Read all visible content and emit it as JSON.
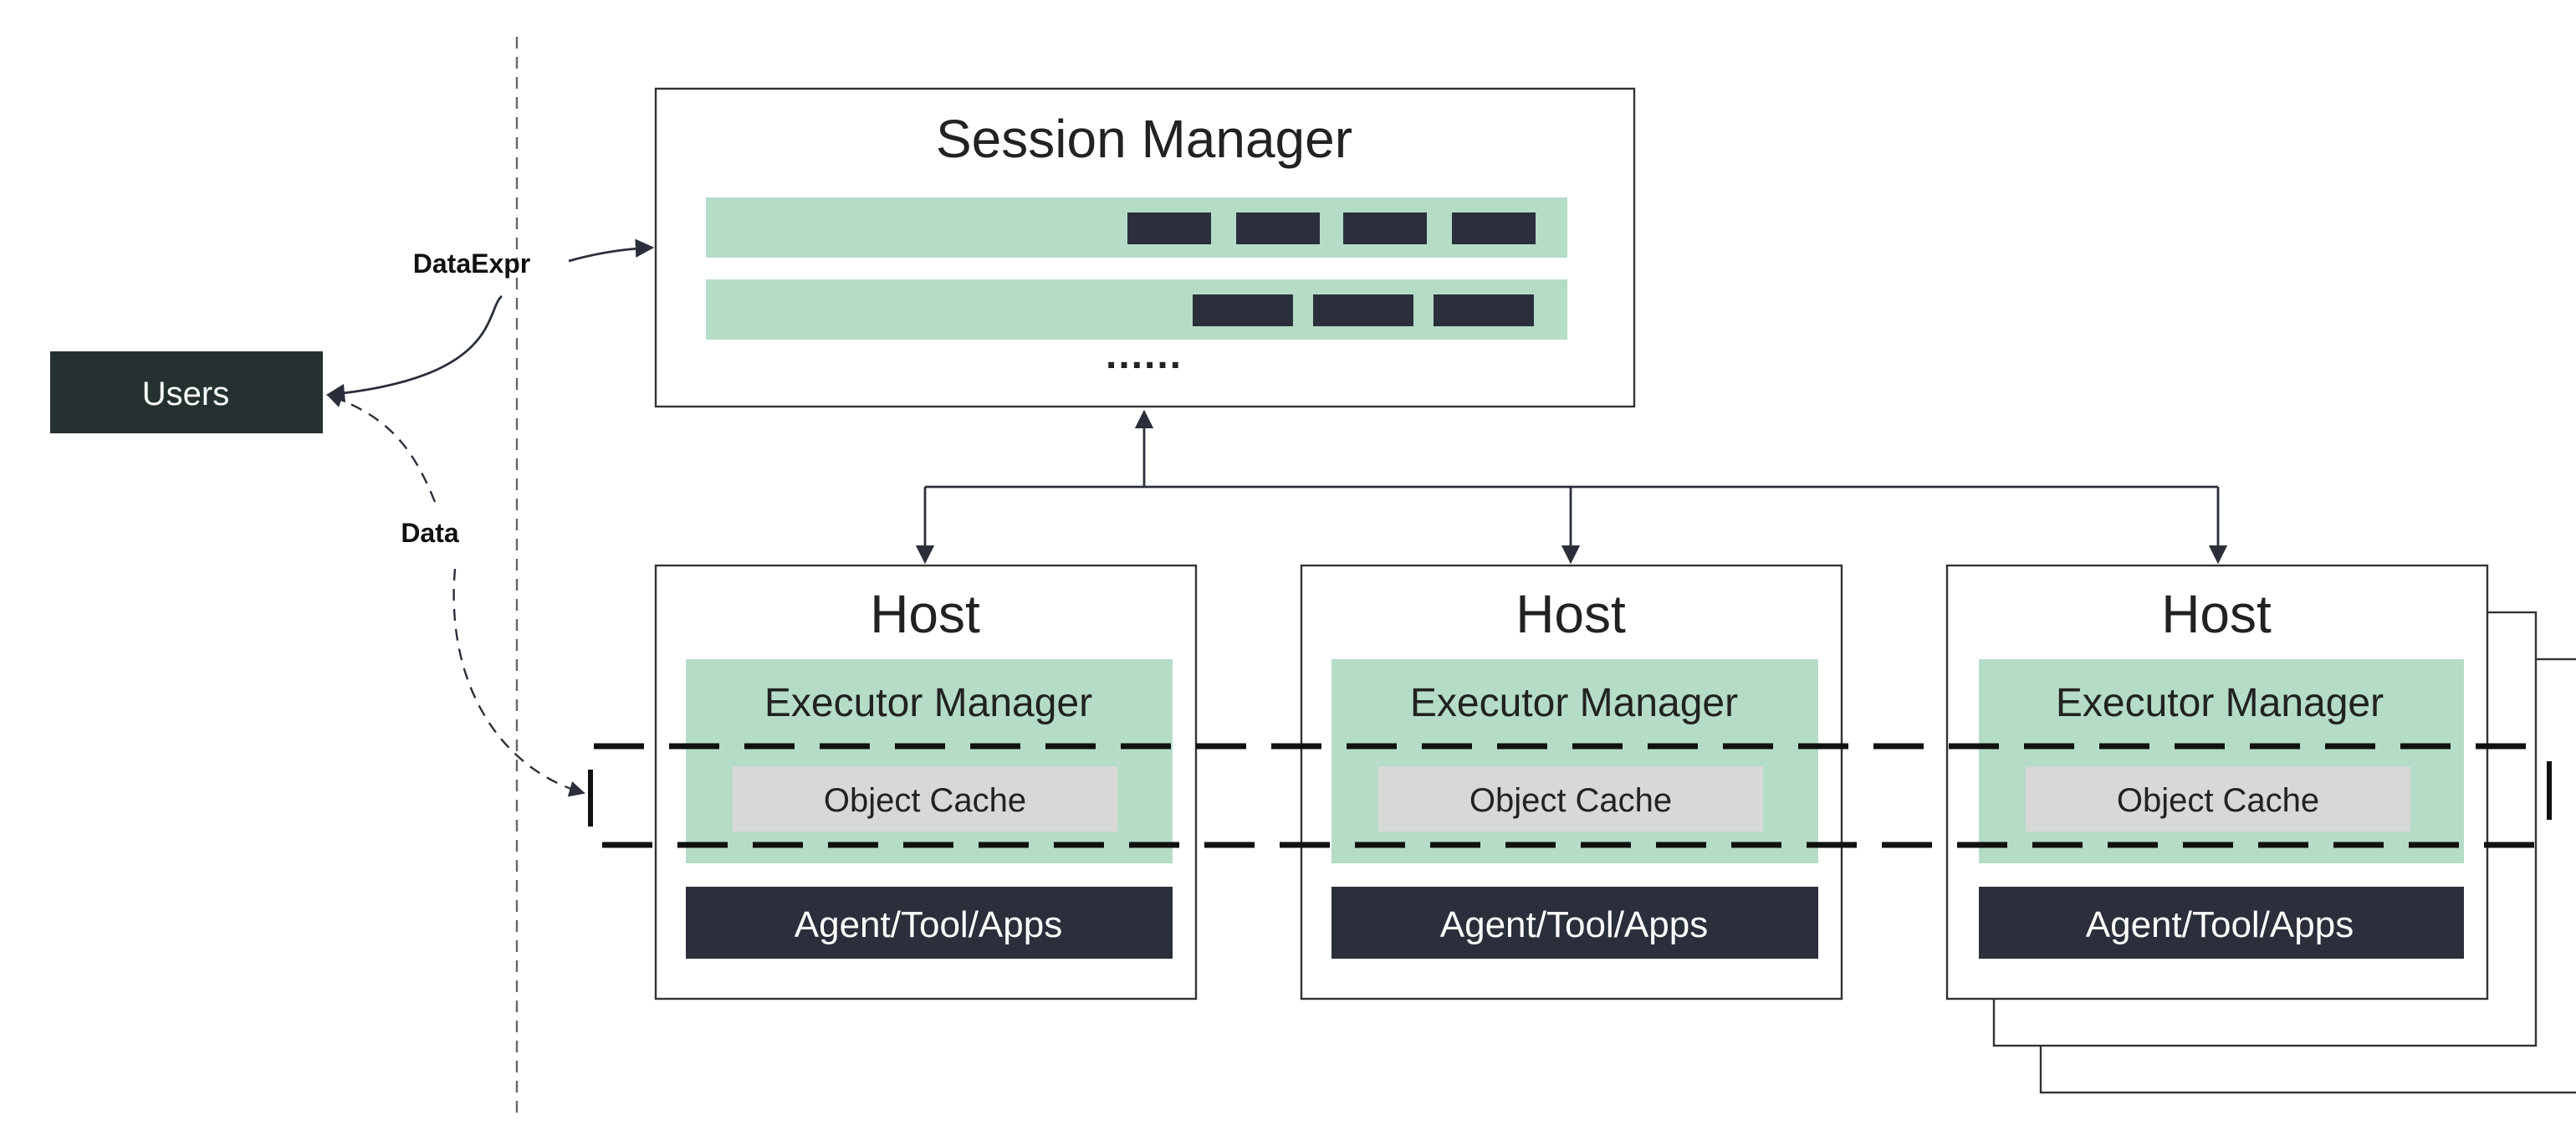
{
  "users": {
    "label": "Users"
  },
  "edges": {
    "dataexpr_label": "DataExpr",
    "data_label": "Data"
  },
  "session_manager": {
    "title": "Session Manager",
    "queue_rows": [
      {
        "blocks": 4
      },
      {
        "blocks": 3
      }
    ],
    "more": "......"
  },
  "hosts": [
    {
      "title": "Host",
      "executor": "Executor Manager",
      "cache": "Object Cache",
      "apps": "Agent/Tool/Apps"
    },
    {
      "title": "Host",
      "executor": "Executor Manager",
      "cache": "Object Cache",
      "apps": "Agent/Tool/Apps"
    },
    {
      "title": "Host",
      "executor": "Executor Manager",
      "cache": "Object Cache",
      "apps": "Agent/Tool/Apps"
    }
  ],
  "colors": {
    "dark": "#2b2f3b",
    "users_bg": "#253131",
    "green": "#b5dcc7",
    "cache_gray": "#d8d8d8",
    "line": "#333333"
  }
}
